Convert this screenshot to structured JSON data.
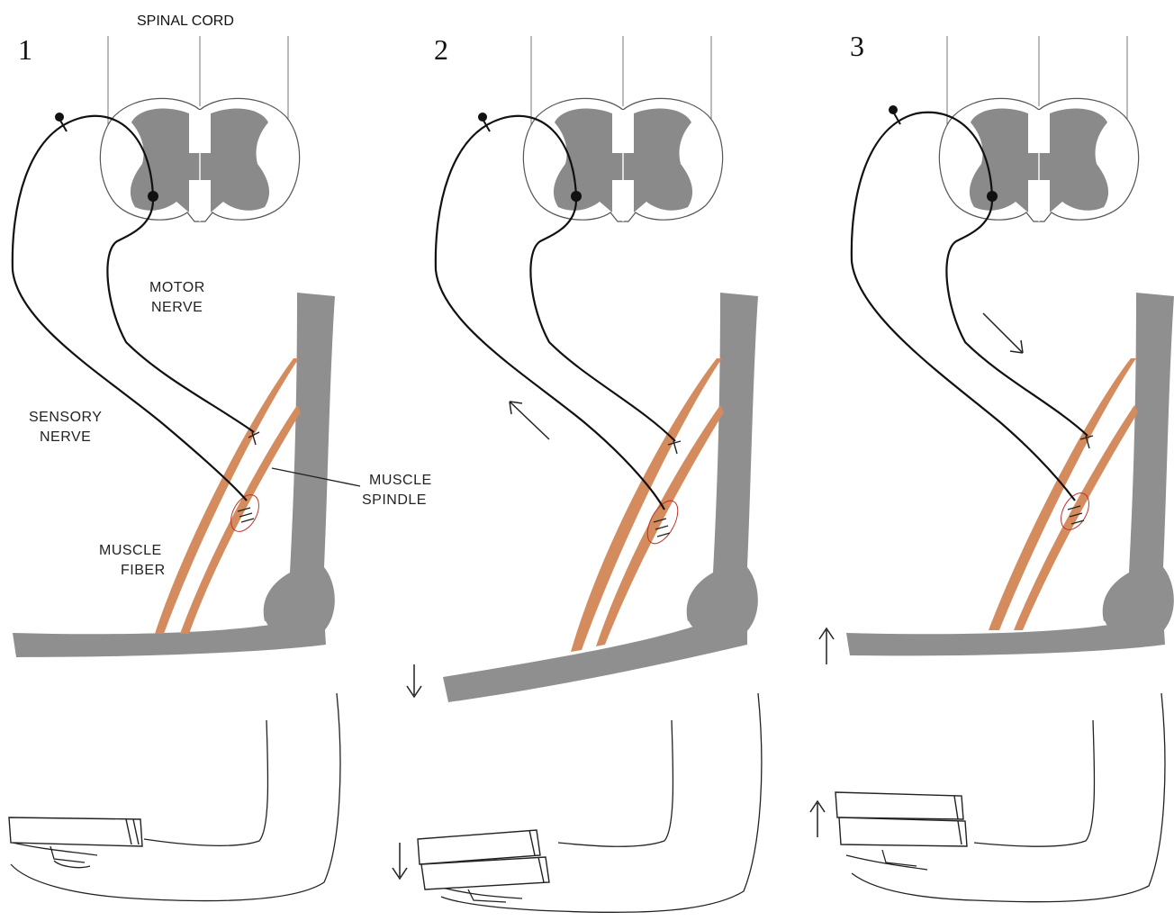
{
  "labels": {
    "spinal_cord": "SPINAL CORD",
    "motor_nerve_1": "MOTOR",
    "motor_nerve_2": "NERVE",
    "sensory_nerve_1": "SENSORY",
    "sensory_nerve_2": "NERVE",
    "muscle_spindle_1": "MUSCLE",
    "muscle_spindle_2": "SPINDLE",
    "muscle_fiber_1": "MUSCLE",
    "muscle_fiber_2": "FIBER"
  },
  "panels": [
    {
      "number": "1"
    },
    {
      "number": "2"
    },
    {
      "number": "3"
    }
  ],
  "colors": {
    "muscle": "#d48c5e",
    "bone": "#8f8f8f",
    "gray_matter": "#8a8a8a",
    "spindle_outline": "#c0302a",
    "nerve": "#111111"
  }
}
